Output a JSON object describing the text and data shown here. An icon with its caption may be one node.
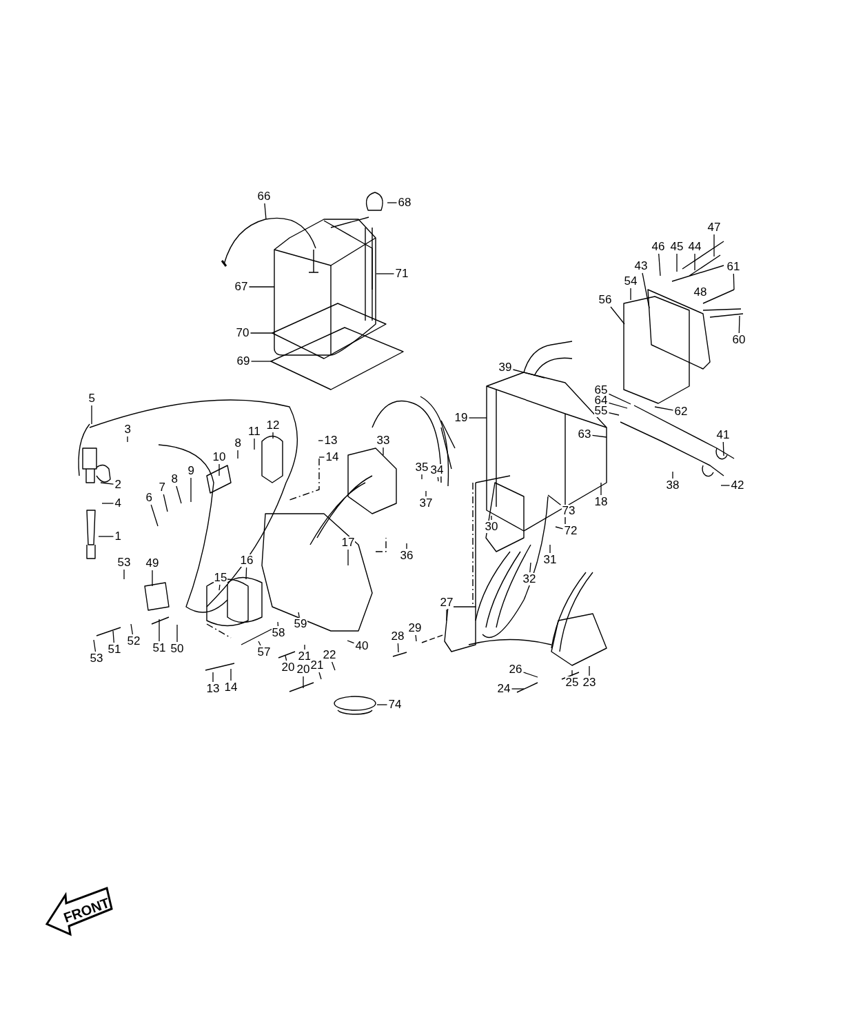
{
  "diagram": {
    "nodes": [
      {
        "text": [
          "68"
        ]
      },
      {
        "text": [
          "66"
        ]
      },
      {
        "text": [
          "47"
        ]
      },
      {
        "text": [
          "44"
        ]
      },
      {
        "text": [
          "45"
        ]
      },
      {
        "text": [
          "46"
        ]
      },
      {
        "text": [
          "61"
        ]
      },
      {
        "text": [
          "71"
        ]
      },
      {
        "text": [
          "67"
        ]
      },
      {
        "text": [
          "43"
        ]
      },
      {
        "text": [
          "54"
        ]
      },
      {
        "text": [
          "56"
        ]
      },
      {
        "text": [
          "60"
        ]
      },
      {
        "text": [
          "70"
        ]
      },
      {
        "text": [
          "69"
        ]
      },
      {
        "text": [
          "39"
        ]
      },
      {
        "text": [
          "5"
        ]
      },
      {
        "text": [
          "65"
        ]
      },
      {
        "text": [
          "64"
        ]
      },
      {
        "text": [
          "55"
        ]
      },
      {
        "text": [
          "19"
        ]
      },
      {
        "text": [
          "62"
        ]
      },
      {
        "text": [
          "63"
        ]
      },
      {
        "text": [
          "3"
        ]
      },
      {
        "text": [
          "33"
        ]
      },
      {
        "text": [
          "12"
        ]
      },
      {
        "text": [
          "11"
        ]
      },
      {
        "text": [
          "13"
        ]
      },
      {
        "text": [
          "41"
        ]
      },
      {
        "text": [
          "14"
        ]
      },
      {
        "text": [
          "10"
        ]
      },
      {
        "text": [
          "8"
        ]
      },
      {
        "text": [
          "35"
        ]
      },
      {
        "text": [
          "34"
        ]
      },
      {
        "text": [
          "2"
        ]
      },
      {
        "text": [
          "38"
        ]
      },
      {
        "text": [
          "42"
        ]
      },
      {
        "text": [
          "8"
        ]
      },
      {
        "text": [
          "9"
        ]
      },
      {
        "text": [
          "7"
        ]
      },
      {
        "text": [
          "6"
        ]
      },
      {
        "text": [
          "4"
        ]
      },
      {
        "text": [
          "18"
        ]
      },
      {
        "text": [
          "37"
        ]
      },
      {
        "text": [
          "73"
        ]
      },
      {
        "text": [
          "30"
        ]
      },
      {
        "text": [
          "1"
        ]
      },
      {
        "text": [
          "72"
        ]
      },
      {
        "text": [
          "17"
        ]
      },
      {
        "text": [
          "36"
        ]
      },
      {
        "text": [
          "31"
        ]
      },
      {
        "text": [
          "32"
        ]
      },
      {
        "text": [
          "53"
        ]
      },
      {
        "text": [
          "49"
        ]
      },
      {
        "text": [
          "16"
        ]
      },
      {
        "text": [
          "15"
        ]
      },
      {
        "text": [
          "27"
        ]
      },
      {
        "text": [
          "59"
        ]
      },
      {
        "text": [
          "28"
        ]
      },
      {
        "text": [
          "29"
        ]
      },
      {
        "text": [
          "58"
        ]
      },
      {
        "text": [
          "52"
        ]
      },
      {
        "text": [
          "51"
        ]
      },
      {
        "text": [
          "51"
        ]
      },
      {
        "text": [
          "50"
        ]
      },
      {
        "text": [
          "40"
        ]
      },
      {
        "text": [
          "53"
        ]
      },
      {
        "text": [
          "57"
        ]
      },
      {
        "text": [
          "21"
        ]
      },
      {
        "text": [
          "22"
        ]
      },
      {
        "text": [
          "20"
        ]
      },
      {
        "text": [
          "26"
        ]
      },
      {
        "text": [
          "25"
        ]
      },
      {
        "text": [
          "23"
        ]
      },
      {
        "text": [
          "13"
        ]
      },
      {
        "text": [
          "14"
        ]
      },
      {
        "text": [
          "21"
        ]
      },
      {
        "text": [
          "20"
        ]
      },
      {
        "text": [
          "24"
        ]
      },
      {
        "text": [
          "74"
        ]
      }
    ],
    "edges": [
      {
        "from": 0,
        "to": null,
        "arrow": "none"
      },
      {
        "from": 1,
        "to": null,
        "arrow": "none"
      },
      {
        "from": 2,
        "to": null,
        "arrow": "none"
      },
      {
        "from": 3,
        "to": null,
        "arrow": "none"
      },
      {
        "from": 4,
        "to": null,
        "arrow": "none"
      },
      {
        "from": 5,
        "to": null,
        "arrow": "none"
      },
      {
        "from": 6,
        "to": null,
        "arrow": "none"
      },
      {
        "from": 7,
        "to": null,
        "arrow": "none"
      },
      {
        "from": 8,
        "to": null,
        "arrow": "none"
      },
      {
        "from": 9,
        "to": null,
        "arrow": "none"
      },
      {
        "from": 10,
        "to": null,
        "arrow": "none"
      },
      {
        "from": 11,
        "to": null,
        "arrow": "none"
      },
      {
        "from": 12,
        "to": null,
        "arrow": "none"
      },
      {
        "from": 13,
        "to": null,
        "arrow": "none"
      },
      {
        "from": 14,
        "to": null,
        "arrow": "none"
      },
      {
        "from": 15,
        "to": null,
        "arrow": "none"
      },
      {
        "from": 16,
        "to": null,
        "arrow": "none"
      },
      {
        "from": 17,
        "to": null,
        "arrow": "none"
      },
      {
        "from": 18,
        "to": null,
        "arrow": "none"
      },
      {
        "from": 19,
        "to": null,
        "arrow": "none"
      },
      {
        "from": 20,
        "to": null,
        "arrow": "none"
      },
      {
        "from": 21,
        "to": null,
        "arrow": "none"
      },
      {
        "from": 22,
        "to": null,
        "arrow": "none"
      },
      {
        "from": 23,
        "to": null,
        "arrow": "none"
      },
      {
        "from": 24,
        "to": null,
        "arrow": "none"
      },
      {
        "from": 25,
        "to": null,
        "arrow": "none"
      },
      {
        "from": 26,
        "to": null,
        "arrow": "none"
      },
      {
        "from": 27,
        "to": null,
        "arrow": "none"
      },
      {
        "from": 28,
        "to": null,
        "arrow": "none"
      },
      {
        "from": 29,
        "to": null,
        "arrow": "none"
      },
      {
        "from": 30,
        "to": null,
        "arrow": "none"
      },
      {
        "from": 31,
        "to": null,
        "arrow": "none"
      },
      {
        "from": 32,
        "to": null,
        "arrow": "none"
      },
      {
        "from": 33,
        "to": null,
        "arrow": "none"
      },
      {
        "from": 34,
        "to": null,
        "arrow": "none"
      },
      {
        "from": 35,
        "to": null,
        "arrow": "none"
      },
      {
        "from": 36,
        "to": null,
        "arrow": "none"
      },
      {
        "from": 37,
        "to": null,
        "arrow": "none"
      },
      {
        "from": 38,
        "to": null,
        "arrow": "none"
      },
      {
        "from": 39,
        "to": null,
        "arrow": "none"
      },
      {
        "from": 40,
        "to": null,
        "arrow": "none"
      },
      {
        "from": 41,
        "to": null,
        "arrow": "none"
      },
      {
        "from": 42,
        "to": null,
        "arrow": "none"
      },
      {
        "from": 43,
        "to": null,
        "arrow": "none"
      },
      {
        "from": 44,
        "to": null,
        "arrow": "none"
      },
      {
        "from": 45,
        "to": null,
        "arrow": "none"
      },
      {
        "from": 46,
        "to": null,
        "arrow": "none"
      },
      {
        "from": 47,
        "to": null,
        "arrow": "none"
      },
      {
        "from": 48,
        "to": null,
        "arrow": "none"
      },
      {
        "from": 49,
        "to": null,
        "arrow": "none"
      },
      {
        "from": 50,
        "to": null,
        "arrow": "none"
      },
      {
        "from": 51,
        "to": null,
        "arrow": "none"
      },
      {
        "from": 52,
        "to": null,
        "arrow": "none"
      },
      {
        "from": 53,
        "to": null,
        "arrow": "none"
      },
      {
        "from": 54,
        "to": null,
        "arrow": "none"
      },
      {
        "from": 55,
        "to": null,
        "arrow": "none"
      },
      {
        "from": 56,
        "to": null,
        "arrow": "none"
      },
      {
        "from": 57,
        "to": null,
        "arrow": "none"
      },
      {
        "from": 58,
        "to": null,
        "arrow": "none"
      },
      {
        "from": 59,
        "to": null,
        "arrow": "none"
      },
      {
        "from": 60,
        "to": null,
        "arrow": "none"
      },
      {
        "from": 61,
        "to": null,
        "arrow": "none"
      },
      {
        "from": 62,
        "to": null,
        "arrow": "none"
      },
      {
        "from": 63,
        "to": null,
        "arrow": "none"
      },
      {
        "from": 64,
        "to": null,
        "arrow": "none"
      },
      {
        "from": 65,
        "to": null,
        "arrow": "none"
      },
      {
        "from": 66,
        "to": null,
        "arrow": "none"
      },
      {
        "from": 67,
        "to": null,
        "arrow": "none"
      },
      {
        "from": 68,
        "to": null,
        "arrow": "none"
      },
      {
        "from": 69,
        "to": null,
        "arrow": "none"
      },
      {
        "from": 70,
        "to": null,
        "arrow": "none"
      },
      {
        "from": 71,
        "to": null,
        "arrow": "none"
      },
      {
        "from": 72,
        "to": null,
        "arrow": "none"
      },
      {
        "from": 73,
        "to": null,
        "arrow": "none"
      },
      {
        "from": 74,
        "to": null,
        "arrow": "none"
      },
      {
        "from": 75,
        "to": null,
        "arrow": "none"
      },
      {
        "from": 76,
        "to": null,
        "arrow": "none"
      },
      {
        "from": 77,
        "to": null,
        "arrow": "none"
      },
      {
        "from": 78,
        "to": null,
        "arrow": "none"
      },
      {
        "from": 79,
        "to": null,
        "arrow": "none"
      }
    ],
    "labels": [
      "48",
      "FRONT"
    ]
  }
}
